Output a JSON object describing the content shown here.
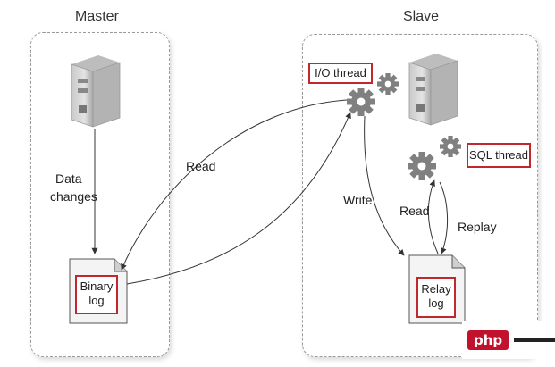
{
  "master": {
    "title": "Master",
    "data_changes_line1": "Data",
    "data_changes_line2": "changes",
    "binary_log_line1": "Binary",
    "binary_log_line2": "log"
  },
  "slave": {
    "title": "Slave",
    "io_thread": "I/O thread",
    "sql_thread": "SQL thread",
    "relay_log_line1": "Relay",
    "relay_log_line2": "log"
  },
  "edges": {
    "read_remote": "Read",
    "write": "Write",
    "read_local": "Read",
    "replay": "Replay"
  },
  "watermark": {
    "brand": "php"
  },
  "colors": {
    "accent_red": "#c0282d",
    "dashed_border": "#9a9a9a",
    "gear": "#808080"
  }
}
